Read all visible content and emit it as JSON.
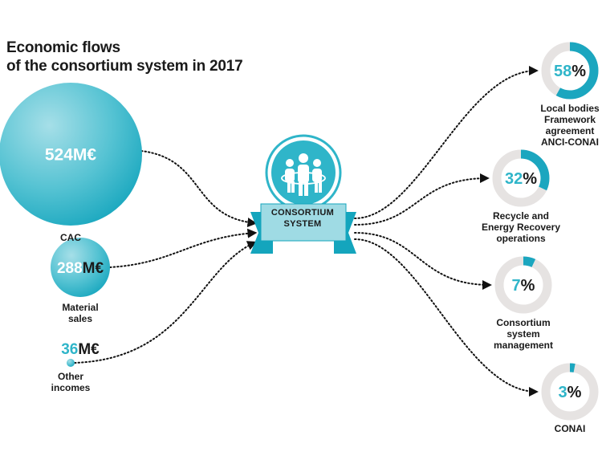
{
  "title": [
    "Economic flows",
    "of the consortium system in 2017"
  ],
  "colors": {
    "teal": "#2fb5c9",
    "teal_light": "#7fd0dd",
    "teal_dark": "#1ba6bf",
    "ring_bg": "#e6e3e2",
    "text": "#1a1a1a"
  },
  "sources": [
    {
      "num": "524",
      "unit": "M€",
      "amount": 524,
      "label": [
        "CAC"
      ]
    },
    {
      "num": "288",
      "unit": "M€",
      "amount": 288,
      "label": [
        "Material",
        "sales"
      ]
    },
    {
      "num": "36",
      "unit": "M€",
      "amount": 36,
      "label": [
        "Other",
        "incomes"
      ]
    }
  ],
  "center": {
    "label": [
      "CONSORTIUM",
      "SYSTEM"
    ],
    "icon": "people-group-icon"
  },
  "destinations": [
    {
      "num": "58",
      "unit": "%",
      "percent": 58,
      "label": [
        "Local bodies",
        "Framework",
        "agreement",
        "ANCI-CONAI"
      ]
    },
    {
      "num": "32",
      "unit": "%",
      "percent": 32,
      "label": [
        "Recycle and",
        "Energy Recovery",
        "operations"
      ]
    },
    {
      "num": "7",
      "unit": "%",
      "percent": 7,
      "label": [
        "Consortium",
        "system",
        "management"
      ]
    },
    {
      "num": "3",
      "unit": "%",
      "percent": 3,
      "label": [
        "CONAI"
      ]
    }
  ]
}
